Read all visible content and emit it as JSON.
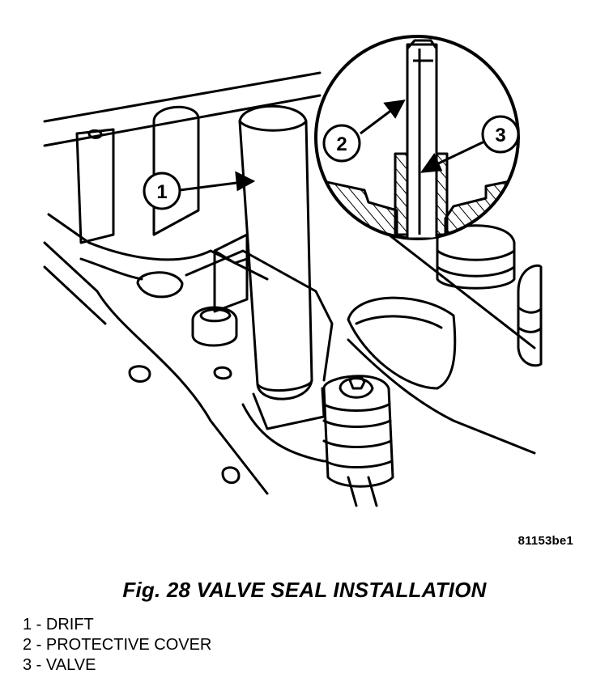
{
  "figure": {
    "image_code": "81153be1",
    "title": "Fig. 28 VALVE SEAL INSTALLATION",
    "callouts": [
      "1",
      "2",
      "3"
    ]
  },
  "legend": [
    {
      "number": "1",
      "text": "1 - DRIFT"
    },
    {
      "number": "2",
      "text": "2 - PROTECTIVE COVER"
    },
    {
      "number": "3",
      "text": "3 - VALVE"
    }
  ]
}
